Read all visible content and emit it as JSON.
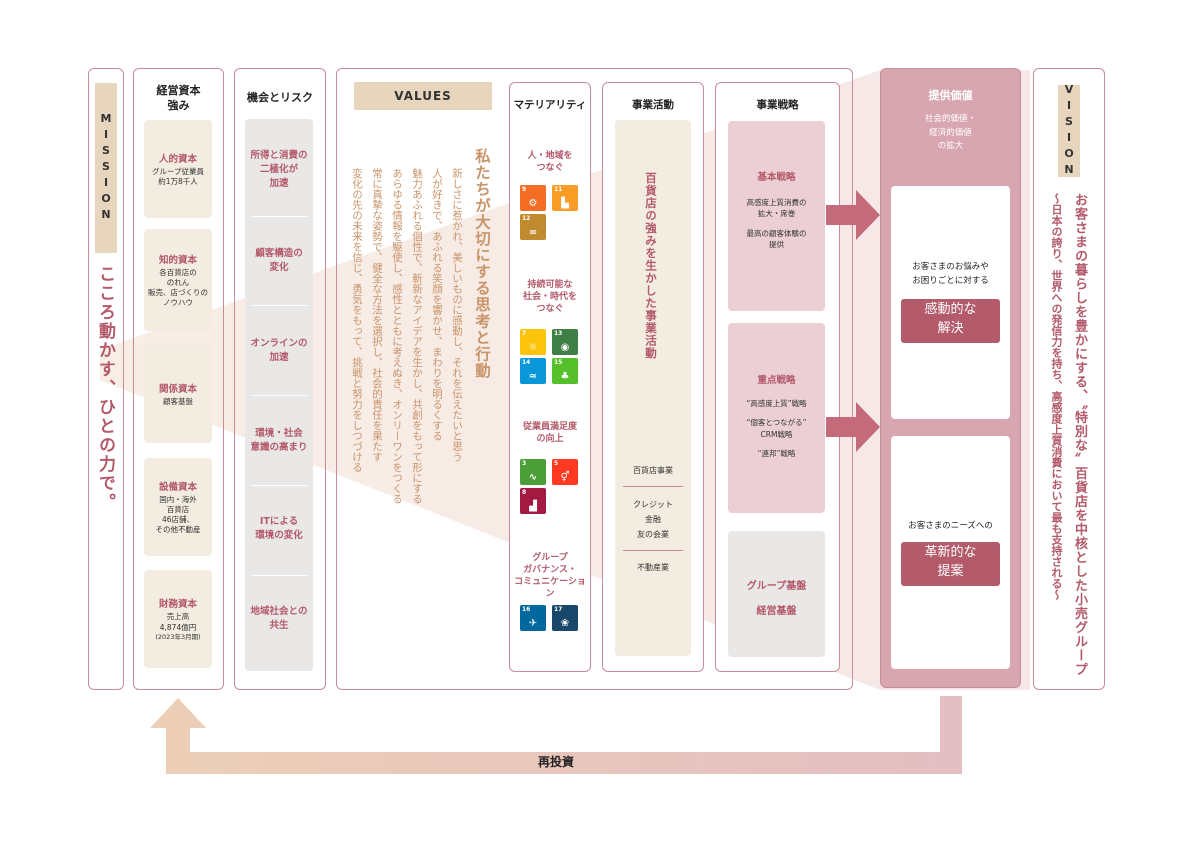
{
  "mission": {
    "label": "MISSION",
    "statement": "こころ動かす、ひとの力で。"
  },
  "strengths": {
    "title_line1": "経営資本",
    "title_line2": "強み",
    "items": [
      {
        "title": "人的資本",
        "lines": [
          "グループ従業員",
          "約1万8千人"
        ]
      },
      {
        "title": "知的資本",
        "lines": [
          "各百貨店の",
          "のれん",
          "販売、店づくりの",
          "ノウハウ"
        ]
      },
      {
        "title": "関係資本",
        "lines": [
          "顧客基盤"
        ]
      },
      {
        "title": "設備資本",
        "lines": [
          "国内・海外",
          "百貨店",
          "46店舗、",
          "その他不動産"
        ]
      },
      {
        "title": "財務資本",
        "lines": [
          "売上高",
          "4,874億円",
          "(2023年3月期)"
        ]
      }
    ]
  },
  "risks": {
    "title": "機会とリスク",
    "items": [
      {
        "lines": [
          "所得と消費の",
          "二極化が",
          "加速"
        ]
      },
      {
        "lines": [
          "顧客構造の",
          "変化"
        ]
      },
      {
        "lines": [
          "オンラインの",
          "加速"
        ]
      },
      {
        "lines": [
          "環境・社会",
          "意識の高まり"
        ]
      },
      {
        "lines": [
          "ITによる",
          "環境の変化"
        ]
      },
      {
        "lines": [
          "地域社会との",
          "共生"
        ]
      }
    ]
  },
  "values": {
    "label": "VALUES",
    "heading": "私たちが大切にする思考と行動",
    "lines": [
      "新しさに惹かれ、美しいものに感動し、それを伝えたいと思う",
      "人が好きで、あふれる笑顔を響かせ、まわりを明るくする",
      "魅力あふれる個性で、斬新なアイデアを生かし、共創をもって形にする",
      "あらゆる情報を駆使し、感性とともに考えぬき、オンリーワンをつくる",
      "常に真摯な姿勢で、健全な方法を選択し、社会的責任を果たす",
      "変化の先の未来を信じ、勇気をもって、挑戦と努力をしつづける"
    ]
  },
  "materiality": {
    "title": "マテリアリティ",
    "groups": [
      {
        "lines": [
          "人・地域を",
          "つなぐ"
        ],
        "sdgs": [
          {
            "num": "9",
            "color": "#f36d25",
            "icon": "factory-icon"
          },
          {
            "num": "11",
            "color": "#f99d26",
            "icon": "city-icon"
          },
          {
            "num": "12",
            "color": "#bf8b2e",
            "icon": "infinity-icon"
          }
        ]
      },
      {
        "lines": [
          "持続可能な",
          "社会・時代を",
          "つなぐ"
        ],
        "sdgs": [
          {
            "num": "7",
            "color": "#fcc30b",
            "icon": "sun-icon"
          },
          {
            "num": "13",
            "color": "#3f7e44",
            "icon": "eye-icon"
          },
          {
            "num": "14",
            "color": "#0a97d9",
            "icon": "fish-icon"
          },
          {
            "num": "15",
            "color": "#56c02b",
            "icon": "tree-icon"
          }
        ]
      },
      {
        "lines": [
          "従業員満足度",
          "の向上"
        ],
        "sdgs": [
          {
            "num": "3",
            "color": "#4c9f38",
            "icon": "pulse-icon"
          },
          {
            "num": "5",
            "color": "#ff3a21",
            "icon": "gender-icon"
          },
          {
            "num": "8",
            "color": "#a21942",
            "icon": "growth-icon"
          }
        ]
      },
      {
        "lines": [
          "グループ",
          "ガバナンス・",
          "コミュニケーション"
        ],
        "sdgs": [
          {
            "num": "16",
            "color": "#00689d",
            "icon": "dove-icon"
          },
          {
            "num": "17",
            "color": "#19486a",
            "icon": "partnership-icon"
          }
        ]
      }
    ]
  },
  "business": {
    "title": "事業活動",
    "vertical": "百貨店の強みを生かした事業活動",
    "items": [
      {
        "lines": [
          "百貨店事業"
        ]
      },
      {
        "lines": [
          "クレジット",
          "金融",
          "友の会業"
        ]
      },
      {
        "lines": [
          "不動産業"
        ]
      }
    ]
  },
  "strategy": {
    "title": "事業戦略",
    "basic": {
      "title": "基本戦略",
      "lines": [
        "高感度上質消費の",
        "拡大・席巻",
        "",
        "最高の顧客体験の",
        "提供"
      ]
    },
    "priority": {
      "title": "重点戦略",
      "lines": [
        "“高感度上質”戦略",
        "",
        "“個客とつながる”",
        "CRM戦略",
        "",
        "“連邦”戦略"
      ]
    },
    "foundation": {
      "lines": [
        "グループ基盤",
        "経営基盤"
      ]
    }
  },
  "value": {
    "title": "提供価値",
    "subtitle_lines": [
      "社会的価値・",
      "経済的価値",
      "の拡大"
    ],
    "box1": {
      "lines": [
        "お客さまのお悩みや",
        "お困りごとに対する"
      ],
      "cta_lines": [
        "感動的な",
        "解決"
      ]
    },
    "box2": {
      "lines": [
        "お客さまのニーズへの"
      ],
      "cta_lines": [
        "革新的な",
        "提案"
      ]
    }
  },
  "vision": {
    "label": "VISION",
    "line1": "お客さまの暮らしを豊かにする、〝特別な〟百貨店を中核とした小売グループ",
    "line2": "〜日本の誇り、世界への発信力を持ち、高感度上質消費において最も支持される〜"
  },
  "reinvest": {
    "label": "再投資"
  },
  "colors": {
    "accent": "#b35a6b",
    "border": "#c98c99",
    "beige": "#f3ece0",
    "pink": "#ebcfd4",
    "value_bg": "#d8a6b0"
  }
}
